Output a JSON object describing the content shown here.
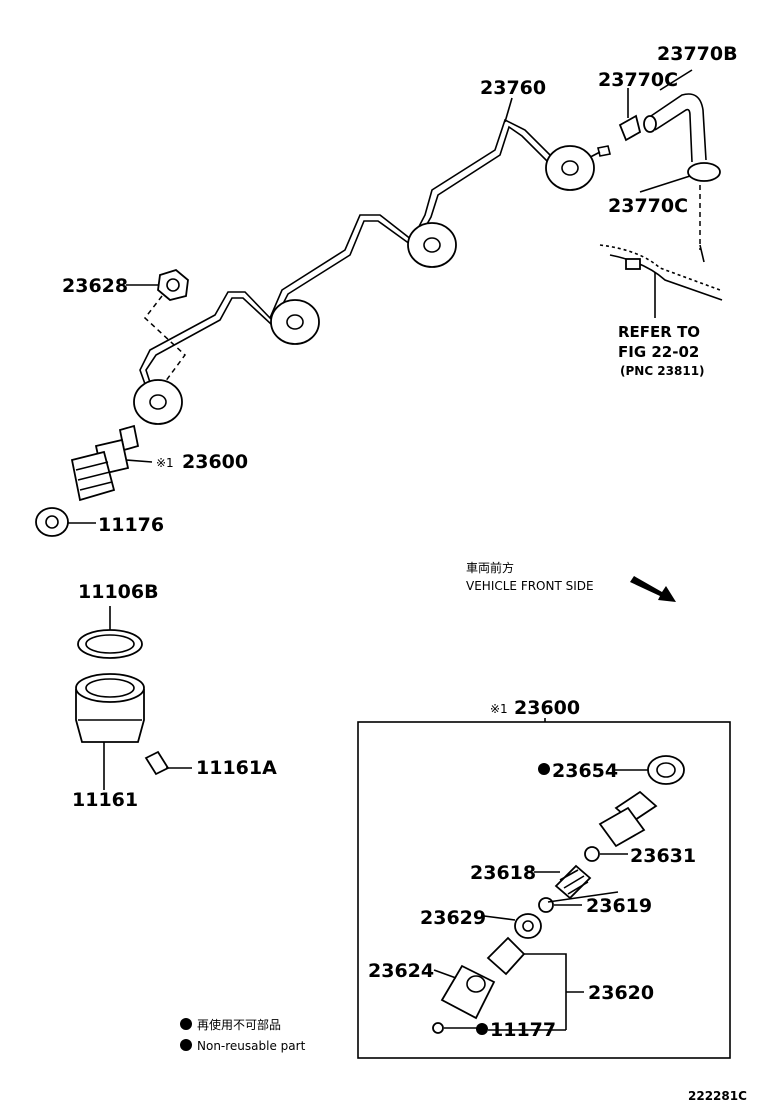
{
  "labels": {
    "hose": "23770B",
    "clip_upper": "23770C",
    "clip_lower": "23770C",
    "pipe": "23760",
    "nut": "23628",
    "injector_asm": "23600",
    "injector_mark": "※1",
    "gasket": "11176",
    "seal": "11106B",
    "holder": "11161",
    "pin": "11161A",
    "box_title": "23600",
    "box_mark": "※1",
    "washer": "23654",
    "ball": "23631",
    "spring": "23618",
    "seat": "23619",
    "spacer": "23629",
    "nozzle_nut": "23624",
    "nozzle": "23620",
    "o_ring": "11177"
  },
  "refer": {
    "line1": "REFER TO",
    "line2": "FIG 22-02",
    "line3": "(PNC 23811)"
  },
  "front": {
    "jp": "車両前方",
    "en": "VEHICLE FRONT SIDE"
  },
  "legend": {
    "jp": "再使用不可部品",
    "en": "Non-reusable part"
  },
  "figure_code": "222281C"
}
